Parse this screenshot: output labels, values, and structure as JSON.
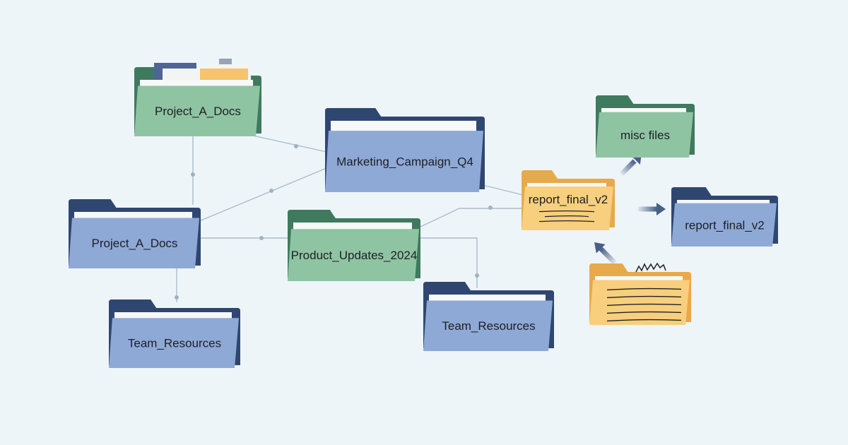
{
  "colors": {
    "background": "#eef5f9",
    "green_back": "#3f7a5e",
    "green_front": "#8fc4a3",
    "blue_back": "#2f4770",
    "blue_front": "#8fa9d6",
    "yellow_back": "#e8a94a",
    "yellow_front": "#f8cf7e",
    "connector": "#a9bccb",
    "arrow": "#4a5f85"
  },
  "folders": [
    {
      "label": "Project_A_Docs",
      "color": "green",
      "icon": "folder-with-papers-icon"
    },
    {
      "label": "Marketing_Campaign_Q4",
      "color": "blue",
      "icon": "folder-icon"
    },
    {
      "label": "Project_A_Docs",
      "color": "blue",
      "icon": "folder-icon"
    },
    {
      "label": "Product_Updates_2024",
      "color": "green",
      "icon": "folder-icon"
    },
    {
      "label": "Team_Resources",
      "color": "blue",
      "icon": "folder-icon"
    },
    {
      "label": "Team_Resources",
      "color": "blue",
      "icon": "folder-icon"
    },
    {
      "label": "misc files",
      "color": "green",
      "icon": "folder-icon"
    },
    {
      "label": "report_final_v2",
      "color": "yellow",
      "icon": "folder-with-scribbles-icon"
    },
    {
      "label": "report_final_v2",
      "color": "blue",
      "icon": "folder-icon"
    },
    {
      "label": "",
      "color": "yellow",
      "icon": "scribbled-folder-icon"
    }
  ]
}
